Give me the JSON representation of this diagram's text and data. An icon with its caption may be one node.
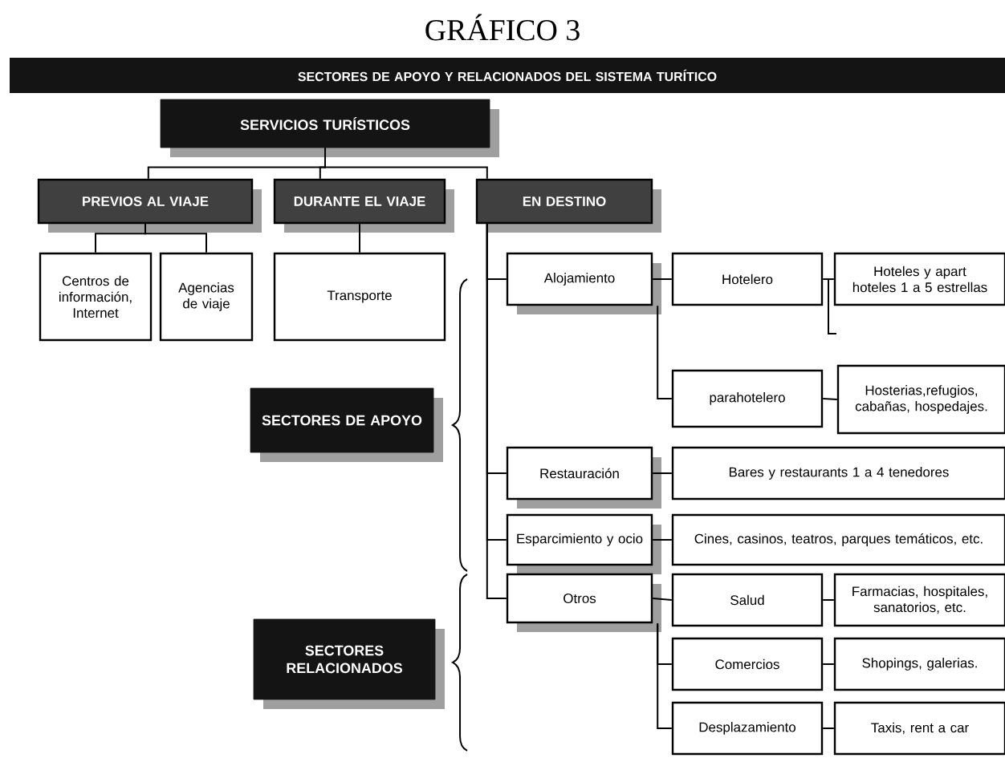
{
  "diagram": {
    "title": "GRÁFICO 3",
    "nodes": [
      {
        "text": [
          "SECTORES DE APOYO Y RELACIONADOS DEL SISTEMA TURÍTICO"
        ]
      },
      {
        "text": [
          "SERVICIOS TURÍSTICOS"
        ]
      },
      {
        "text": [
          "PREVIOS AL VIAJE"
        ]
      },
      {
        "text": [
          "DURANTE EL VIAJE"
        ]
      },
      {
        "text": [
          "EN DESTINO"
        ]
      },
      {
        "text": [
          "Centros de información, Internet"
        ]
      },
      {
        "text": [
          "Agencias de viaje"
        ]
      },
      {
        "text": [
          "Transporte"
        ]
      },
      {
        "text": [
          "Alojamiento"
        ]
      },
      {
        "text": [
          "Hotelero"
        ]
      },
      {
        "text": [
          "Hoteles y apart hoteles 1 a 5 estrellas"
        ]
      },
      {
        "text": [
          "SECTORES DE APOYO"
        ]
      },
      {
        "text": [
          "parahotelero"
        ]
      },
      {
        "text": [
          "Hosterias,refugios, cabañas, hospedajes."
        ]
      },
      {
        "text": [
          "Restauración"
        ]
      },
      {
        "text": [
          "Bares y restaurants 1 a 4 tenedores"
        ]
      },
      {
        "text": [
          "Esparcimiento y ocio"
        ]
      },
      {
        "text": [
          "Cines, casinos, teatros, parques temáticos, etc."
        ]
      },
      {
        "text": [
          "Otros"
        ]
      },
      {
        "text": [
          "Salud"
        ]
      },
      {
        "text": [
          "Farmacias, hospitales, sanatorios, etc."
        ]
      },
      {
        "text": [
          "SECTORES RELACIONADOS"
        ]
      },
      {
        "text": [
          "Comercios"
        ]
      },
      {
        "text": [
          "Shopings, galerias."
        ]
      },
      {
        "text": [
          "Desplazamiento"
        ]
      },
      {
        "text": [
          "Taxis, rent a car"
        ]
      }
    ],
    "edges": [
      {
        "from": 1,
        "to": 2,
        "arrow": "none"
      },
      {
        "from": 1,
        "to": 3,
        "arrow": "none"
      },
      {
        "from": 1,
        "to": 4,
        "arrow": "none"
      },
      {
        "from": 2,
        "to": 5,
        "arrow": "none"
      },
      {
        "from": 2,
        "to": 6,
        "arrow": "none"
      },
      {
        "from": 3,
        "to": 7,
        "arrow": "none"
      },
      {
        "from": 4,
        "to": 8,
        "arrow": "none"
      },
      {
        "from": 4,
        "to": 14,
        "arrow": "none"
      },
      {
        "from": 4,
        "to": 16,
        "arrow": "none"
      },
      {
        "from": 4,
        "to": 18,
        "arrow": "none"
      },
      {
        "from": 8,
        "to": 9,
        "arrow": "none"
      },
      {
        "from": 8,
        "to": 12,
        "arrow": "none"
      },
      {
        "from": 9,
        "to": 10,
        "arrow": "none"
      },
      {
        "from": 12,
        "to": 13,
        "arrow": "none"
      },
      {
        "from": 14,
        "to": 15,
        "arrow": "none"
      },
      {
        "from": 16,
        "to": 17,
        "arrow": "none"
      },
      {
        "from": 18,
        "to": 19,
        "arrow": "none"
      },
      {
        "from": 18,
        "to": 22,
        "arrow": "none"
      },
      {
        "from": 18,
        "to": 24,
        "arrow": "none"
      },
      {
        "from": 19,
        "to": 20,
        "arrow": "none"
      },
      {
        "from": 22,
        "to": 23,
        "arrow": "none"
      },
      {
        "from": 24,
        "to": 25,
        "arrow": "none"
      }
    ]
  }
}
